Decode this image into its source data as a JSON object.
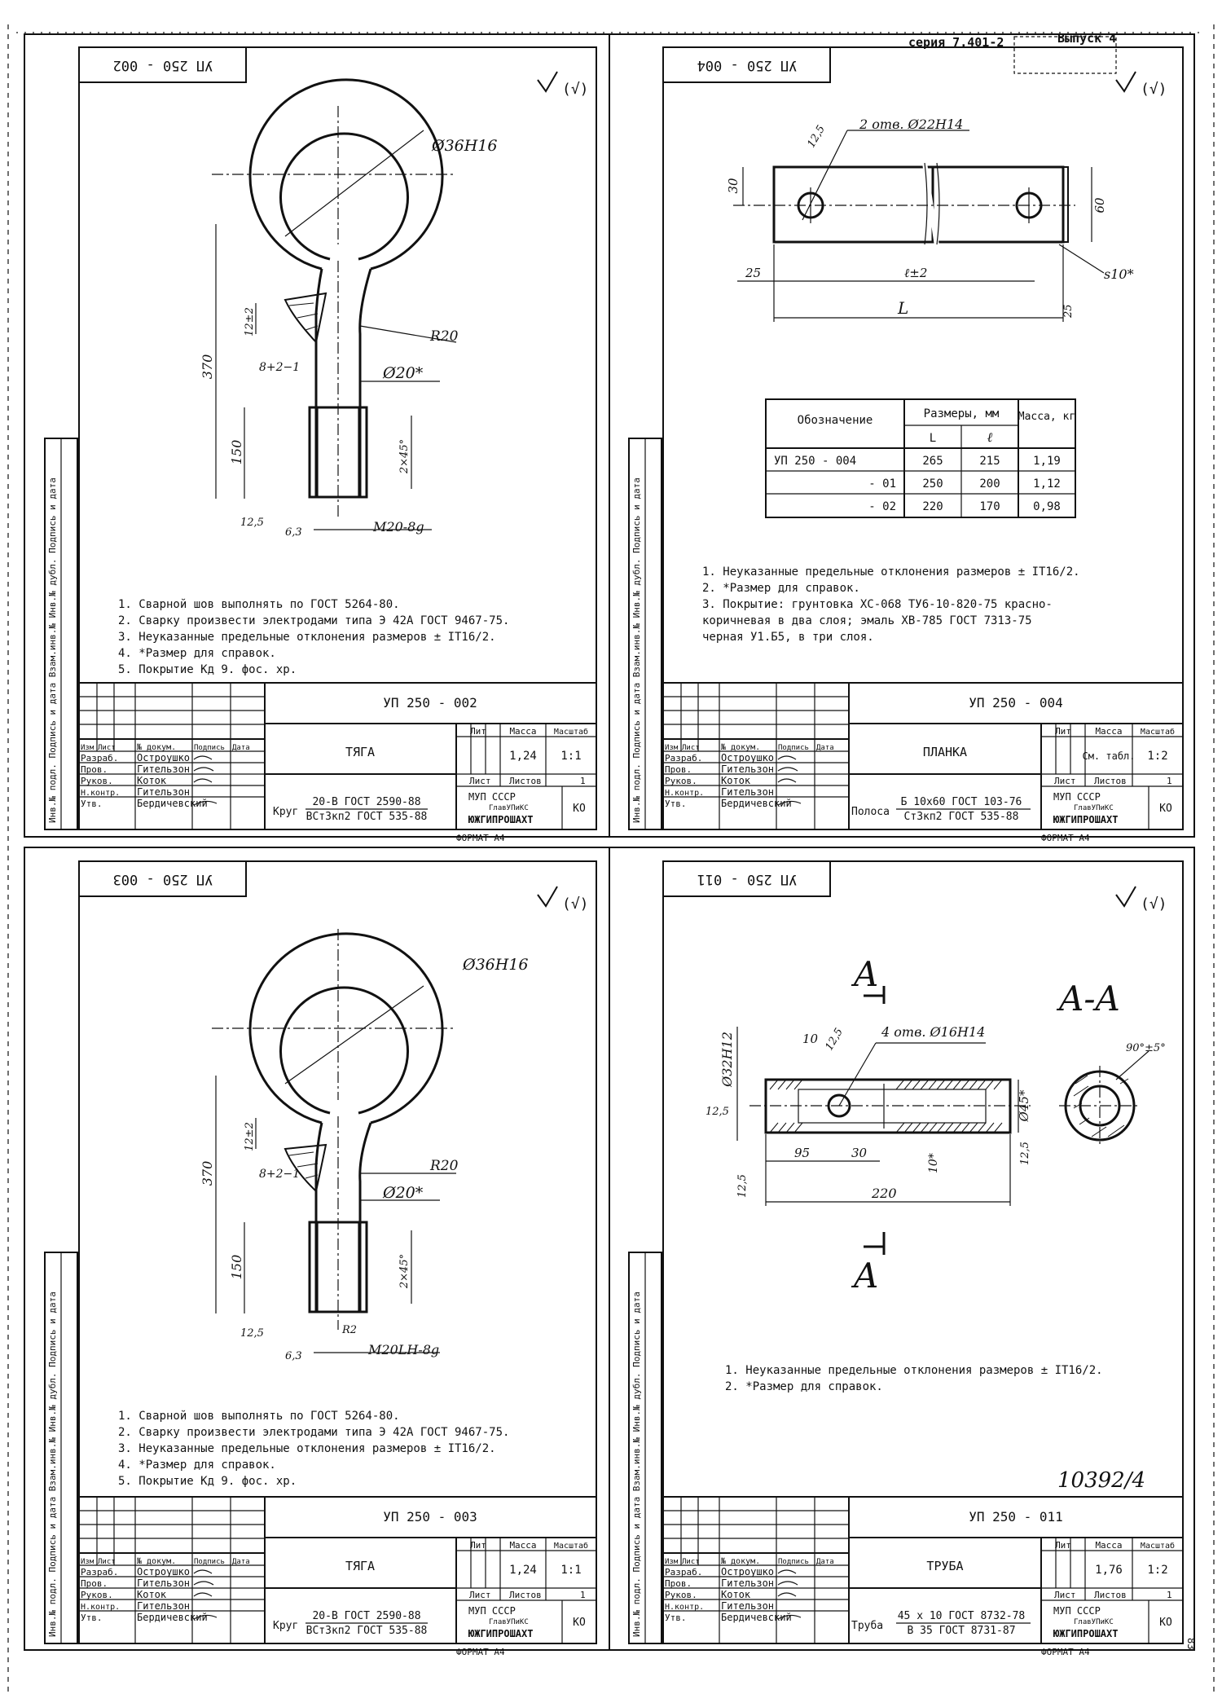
{
  "header": {
    "series": "серия 7.401-2",
    "issue": "Выпуск 4"
  },
  "tb_labels": {
    "izm": "Изм",
    "list": "Лист",
    "doc": "№ докум.",
    "sign": "Подпись",
    "date": "Дата",
    "razrab": "Разраб.",
    "prov": "Пров.",
    "rukov": "Руков.",
    "nkontr": "Н.контр.",
    "utv": "Утв.",
    "lit": "Лит",
    "massa": "Масса",
    "masshtab": "Масштаб",
    "list2": "Лист",
    "listov": "Листов",
    "listov_count": "1",
    "org1": "МУП СССР",
    "org2": "ГлавУПиКС",
    "org3": "ЮЖГИПРОШАХТ",
    "format": "ФОРМАТ  А4",
    "side_stamp": "Инв.№ подл.  Подпись и дата  Взам.инв.№  Инв.№ дубл.  Подпись и дата"
  },
  "people": {
    "razrab": "Остроушко",
    "prov": "Гительзон",
    "rukov": "Коток",
    "nkontr": "Гительзон",
    "utv": "Бердичевский"
  },
  "sheets": [
    {
      "code_rot": "УП 250 - 002",
      "designation": "УП 250 - 002",
      "name": "ТЯГА",
      "mass": "1,24",
      "scale": "1:1",
      "material_prefix": "Круг",
      "material_top": "20-В ГОСТ 2590-88",
      "material_bottom": "ВСт3кп2 ГОСТ 535-88",
      "dims": {
        "d_ring": "Ø36Н16",
        "r": "R20",
        "d_rod": "Ø20*",
        "l370": "370",
        "l150": "150",
        "w12": "12±2",
        "w8": "8+2−1",
        "chamfer": "2×45°",
        "thread": "M20-8g",
        "a125": "12,5",
        "a63": "6,3",
        "r2": ""
      },
      "notes": [
        "1. Сварной шов выполнять по ГОСТ 5264-80.",
        "2. Сварку произвести электродами типа Э 42А ГОСТ 9467-75.",
        "3. Неуказанные предельные отклонения размеров ± IT16/2.",
        "4. *Размер для справок.",
        "5. Покрытие Кд 9. фос. хр."
      ]
    },
    {
      "code_rot": "УП 250 - 004",
      "designation": "УП 250 - 004",
      "name": "ПЛАНКА",
      "mass": "См. табл.",
      "scale": "1:2",
      "material_prefix": "Полоса",
      "material_top": "Б 10х60 ГОСТ 103-76",
      "material_bottom": "Ст3кп2 ГОСТ 535-88",
      "dims": {
        "holes": "2 отв. Ø22Н14",
        "a125": "12,5",
        "h30": "30",
        "h60": "60",
        "s10": "s10*",
        "l25": "25",
        "l_var": "ℓ±2",
        "l_total": "L",
        "a25": "25"
      },
      "table": {
        "col_name": "Обозначение",
        "col_sizes": "Размеры, мм",
        "col_L": "L",
        "col_l": "ℓ",
        "col_mass": "Масса, кг",
        "rows": [
          {
            "name": "УП 250 - 004",
            "L": "265",
            "l": "215",
            "m": "1,19"
          },
          {
            "name": "- 01",
            "L": "250",
            "l": "200",
            "m": "1,12"
          },
          {
            "name": "- 02",
            "L": "220",
            "l": "170",
            "m": "0,98"
          }
        ]
      },
      "notes": [
        "1. Неуказанные предельные отклонения размеров ± IT16/2.",
        "2. *Размер для справок.",
        "3. Покрытие: грунтовка ХС-068 ТУ6-10-820-75 красно-",
        "   коричневая в два слоя; эмаль ХВ-785 ГОСТ 7313-75",
        "   черная У1.Б5, в три слоя."
      ]
    },
    {
      "code_rot": "УП 250 - 003",
      "designation": "УП 250 - 003",
      "name": "ТЯГА",
      "mass": "1,24",
      "scale": "1:1",
      "material_prefix": "Круг",
      "material_top": "20-В ГОСТ 2590-88",
      "material_bottom": "ВСт3кп2 ГОСТ 535-88",
      "dims": {
        "d_ring": "Ø36Н16",
        "r": "R20",
        "d_rod": "Ø20*",
        "l370": "370",
        "l150": "150",
        "w12": "12±2",
        "w8": "8+2−1",
        "chamfer": "2×45°",
        "thread": "M20LH-8g",
        "a125": "12,5",
        "a63": "6,3",
        "r2": "R2"
      },
      "notes": [
        "1. Сварной шов выполнять по ГОСТ 5264-80.",
        "2. Сварку произвести электродами типа Э 42А ГОСТ 9467-75.",
        "3. Неуказанные предельные отклонения размеров ± IT16/2.",
        "4. *Размер для справок.",
        "5. Покрытие Кд 9. фос. хр."
      ]
    },
    {
      "code_rot": "УП 250 - 011",
      "designation": "УП 250 - 011",
      "name": "ТРУБА",
      "mass": "1,76",
      "scale": "1:2",
      "material_prefix": "Труба",
      "material_top": "45 х 10 ГОСТ 8732-78",
      "material_bottom": "В 35 ГОСТ 8731-87",
      "dims": {
        "holes": "4 отв. Ø16Н14",
        "d32": "Ø32Н12",
        "l10": "10",
        "a125": "12,5",
        "d45": "Ø45*",
        "l95": "95",
        "l30": "30",
        "l220": "220",
        "t10": "10*",
        "angle": "90°±5°",
        "sec_a": "A",
        "sec_aa": "A-A"
      },
      "notes": [
        "1. Неуказанные предельные отклонения размеров ± IT16/2.",
        "2. *Размер для справок."
      ],
      "inv_number": "10392/4"
    }
  ]
}
